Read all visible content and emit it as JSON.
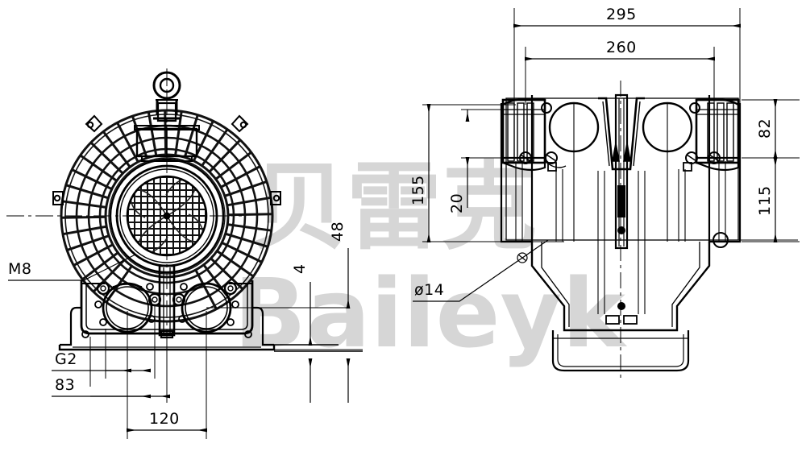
{
  "drawing": {
    "title": "Side channel blower outline dimension drawing",
    "line_color": "#000000",
    "background": "#ffffff",
    "watermark_color": "#d6d6d6"
  },
  "watermark": {
    "chinese": "贝雷克",
    "latin": "Baileyk"
  },
  "views": {
    "left": {
      "name": "front-view",
      "label": ""
    },
    "right": {
      "name": "side-view",
      "label": ""
    }
  },
  "dimensions": {
    "left_view": [
      {
        "id": "m8",
        "text": "M8",
        "type": "leader",
        "orientation": "horizontal"
      },
      {
        "id": "g2",
        "text": "G2",
        "type": "linear",
        "orientation": "horizontal"
      },
      {
        "id": "d83",
        "text": "83",
        "type": "linear",
        "orientation": "horizontal"
      },
      {
        "id": "d120",
        "text": "120",
        "type": "linear",
        "orientation": "horizontal"
      },
      {
        "id": "d4",
        "text": "4",
        "type": "linear",
        "orientation": "vertical"
      },
      {
        "id": "d48",
        "text": "48",
        "type": "linear",
        "orientation": "vertical"
      }
    ],
    "right_view": [
      {
        "id": "d295",
        "text": "295",
        "type": "linear",
        "orientation": "horizontal"
      },
      {
        "id": "d260",
        "text": "260",
        "type": "linear",
        "orientation": "horizontal"
      },
      {
        "id": "d155",
        "text": "155",
        "type": "linear",
        "orientation": "vertical"
      },
      {
        "id": "d20",
        "text": "20",
        "type": "linear",
        "orientation": "vertical"
      },
      {
        "id": "d82",
        "text": "82",
        "type": "linear",
        "orientation": "vertical"
      },
      {
        "id": "d115",
        "text": "115",
        "type": "linear",
        "orientation": "vertical"
      },
      {
        "id": "dia14",
        "text": "ø14",
        "type": "leader",
        "orientation": "horizontal"
      }
    ]
  },
  "values": {
    "m8": "M8",
    "g2": "G2",
    "d83": "83",
    "d120": "120",
    "d4": "4",
    "d48": "48",
    "d295": "295",
    "d260": "260",
    "d155": "155",
    "d20": "20",
    "d82": "82",
    "d115": "115",
    "dia14": "ø14"
  }
}
